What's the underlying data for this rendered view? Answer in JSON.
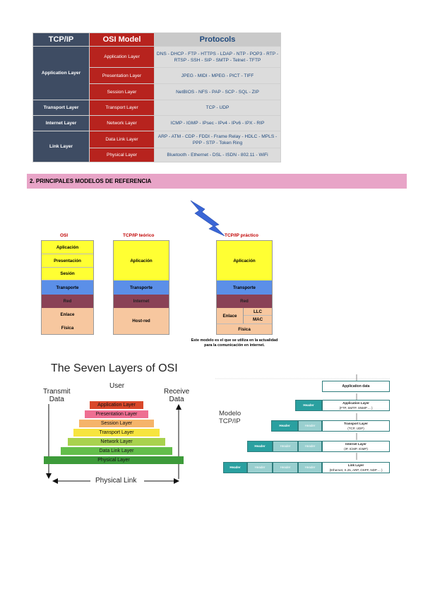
{
  "table": {
    "headers": [
      "TCP/IP",
      "OSI Model",
      "Protocols"
    ],
    "groups": [
      {
        "tcpip": "Application Layer",
        "rows": [
          {
            "osi": "Application Layer",
            "protocols": "DNS - DHCP - FTP - HTTPS - LDAP - NTP - POP3 - RTP - RTSP - SSH - SIP - SMTP - Telnet - TFTP"
          },
          {
            "osi": "Presentation Layer",
            "protocols": "JPEG - MIDI - MPEG - PICT - TIFF"
          },
          {
            "osi": "Session Layer",
            "protocols": "NetBIOS - NFS - PAP - SCP - SQL - ZIP"
          }
        ]
      },
      {
        "tcpip": "Transport Layer",
        "rows": [
          {
            "osi": "Transport Layer",
            "protocols": "TCP - UDP"
          }
        ]
      },
      {
        "tcpip": "Internet Layer",
        "rows": [
          {
            "osi": "Network Layer",
            "protocols": "ICMP - IGMP - IPsec - IPv4 - IPv6 - IPX - RIP"
          }
        ]
      },
      {
        "tcpip": "Link Layer",
        "rows": [
          {
            "osi": "Data Link Layer",
            "protocols": "ARP - ATM - CDP - FDDI - Frame Relay - HDLC - MPLS - PPP - STP - Token Ring"
          },
          {
            "osi": "Physical Layer",
            "protocols": "Bluetooth - Ethernet - DSL - ISDN - 802.11 - WiFi"
          }
        ]
      }
    ]
  },
  "section_heading": "2.   PRINCIPALES MODELOS DE REFERENCIA",
  "models": {
    "osi": {
      "title": "OSI",
      "layers": [
        "Aplicación",
        "Presentación",
        "Sesión",
        "Transporte",
        "Red",
        "Enlace",
        "Física"
      ]
    },
    "tcp_teorico": {
      "title": "TCP/IP teórico",
      "layers": [
        "Aplicación",
        "Transporte",
        "Internet",
        "Host-red"
      ]
    },
    "tcp_practico": {
      "title": "TCP/IP práctico",
      "layers": [
        "Aplicación",
        "Transporte",
        "Red",
        "Enlace",
        "LLC",
        "MAC",
        "Física"
      ]
    },
    "note_line1": "Este modelo es el que se utiliza en la actualidad",
    "note_line2": "para la comunicación en internet.",
    "colors": {
      "yellow": "#ffff33",
      "blue": "#5b8fe8",
      "red": "#8a4256",
      "peach": "#f7c79f"
    }
  },
  "seven_layers": {
    "title": "The Seven Layers of OSI",
    "user": "User",
    "transmit": "Transmit\nData",
    "receive": "Receive\nData",
    "physical_link": "Physical Link",
    "layers": [
      {
        "name": "Application Layer",
        "color": "#d9482b"
      },
      {
        "name": "Presentation Layer",
        "color": "#ee6f92"
      },
      {
        "name": "Session Layer",
        "color": "#f5b46a"
      },
      {
        "name": "Transport Layer",
        "color": "#f7e43f"
      },
      {
        "name": "Network Layer",
        "color": "#a8d24e"
      },
      {
        "name": "Data Link Layer",
        "color": "#63be4b"
      },
      {
        "name": "Physical Layer",
        "color": "#3d9b3a"
      }
    ]
  },
  "encapsulation": {
    "label": "Modelo\nTCP/IP",
    "header": "Header",
    "rows": [
      {
        "title": "Application data",
        "sub": ""
      },
      {
        "title": "Application Layer",
        "sub": "(FTP, SMTP, SNMP ... )"
      },
      {
        "title": "Transport Layer",
        "sub": "(TCP, UDP)"
      },
      {
        "title": "Internet Layer",
        "sub": "(IP, ICMP, IGMP)"
      },
      {
        "title": "Link Layer",
        "sub": "(Ethernet, X.25, ARP, OSPF, NDP ... )"
      }
    ]
  }
}
